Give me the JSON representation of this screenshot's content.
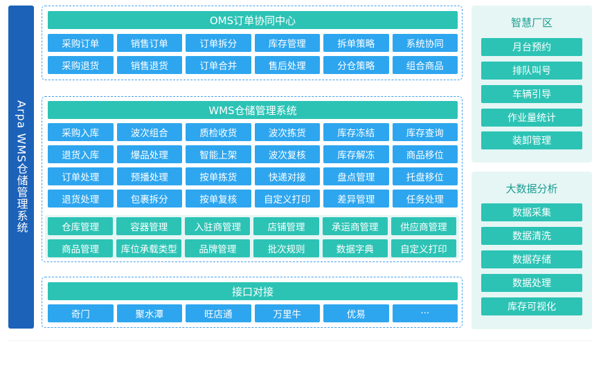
{
  "side_title": "Arpa WMS仓储管理系统",
  "oms": {
    "title": "OMS订单协同中心",
    "rows": [
      [
        "采购订单",
        "销售订单",
        "订单拆分",
        "库存管理",
        "拆单策略",
        "系统协同"
      ],
      [
        "采购退货",
        "销售退货",
        "订单合并",
        "售后处理",
        "分仓策略",
        "组合商品"
      ]
    ]
  },
  "wms": {
    "title": "WMS仓储管理系统",
    "rows": [
      [
        "采购入库",
        "波次组合",
        "质检收货",
        "波次拣货",
        "库存冻结",
        "库存查询"
      ],
      [
        "退货入库",
        "爆品处理",
        "智能上架",
        "波次复核",
        "库存解冻",
        "商品移位"
      ],
      [
        "订单处理",
        "预播处理",
        "按单拣货",
        "快递对接",
        "盘点管理",
        "托盘移位"
      ],
      [
        "退货处理",
        "包裹拆分",
        "按单复核",
        "自定义打印",
        "差异管理",
        "任务处理"
      ]
    ],
    "base_rows": [
      [
        "仓库管理",
        "容器管理",
        "入驻商管理",
        "店铺管理",
        "承运商管理",
        "供应商管理"
      ],
      [
        "商品管理",
        "库位承载类型",
        "品牌管理",
        "批次规则",
        "数据字典",
        "自定义打印"
      ]
    ]
  },
  "api": {
    "title": "接口对接",
    "items": [
      "奇门",
      "聚水潭",
      "旺店通",
      "万里牛",
      "优易",
      "···"
    ]
  },
  "smart": {
    "title": "智慧厂区",
    "items": [
      "月台预约",
      "排队叫号",
      "车辆引导",
      "作业量统计",
      "装卸管理"
    ]
  },
  "bigdata": {
    "title": "大数据分析",
    "items": [
      "数据采集",
      "数据清洗",
      "数据存储",
      "数据处理",
      "库存可视化"
    ]
  }
}
